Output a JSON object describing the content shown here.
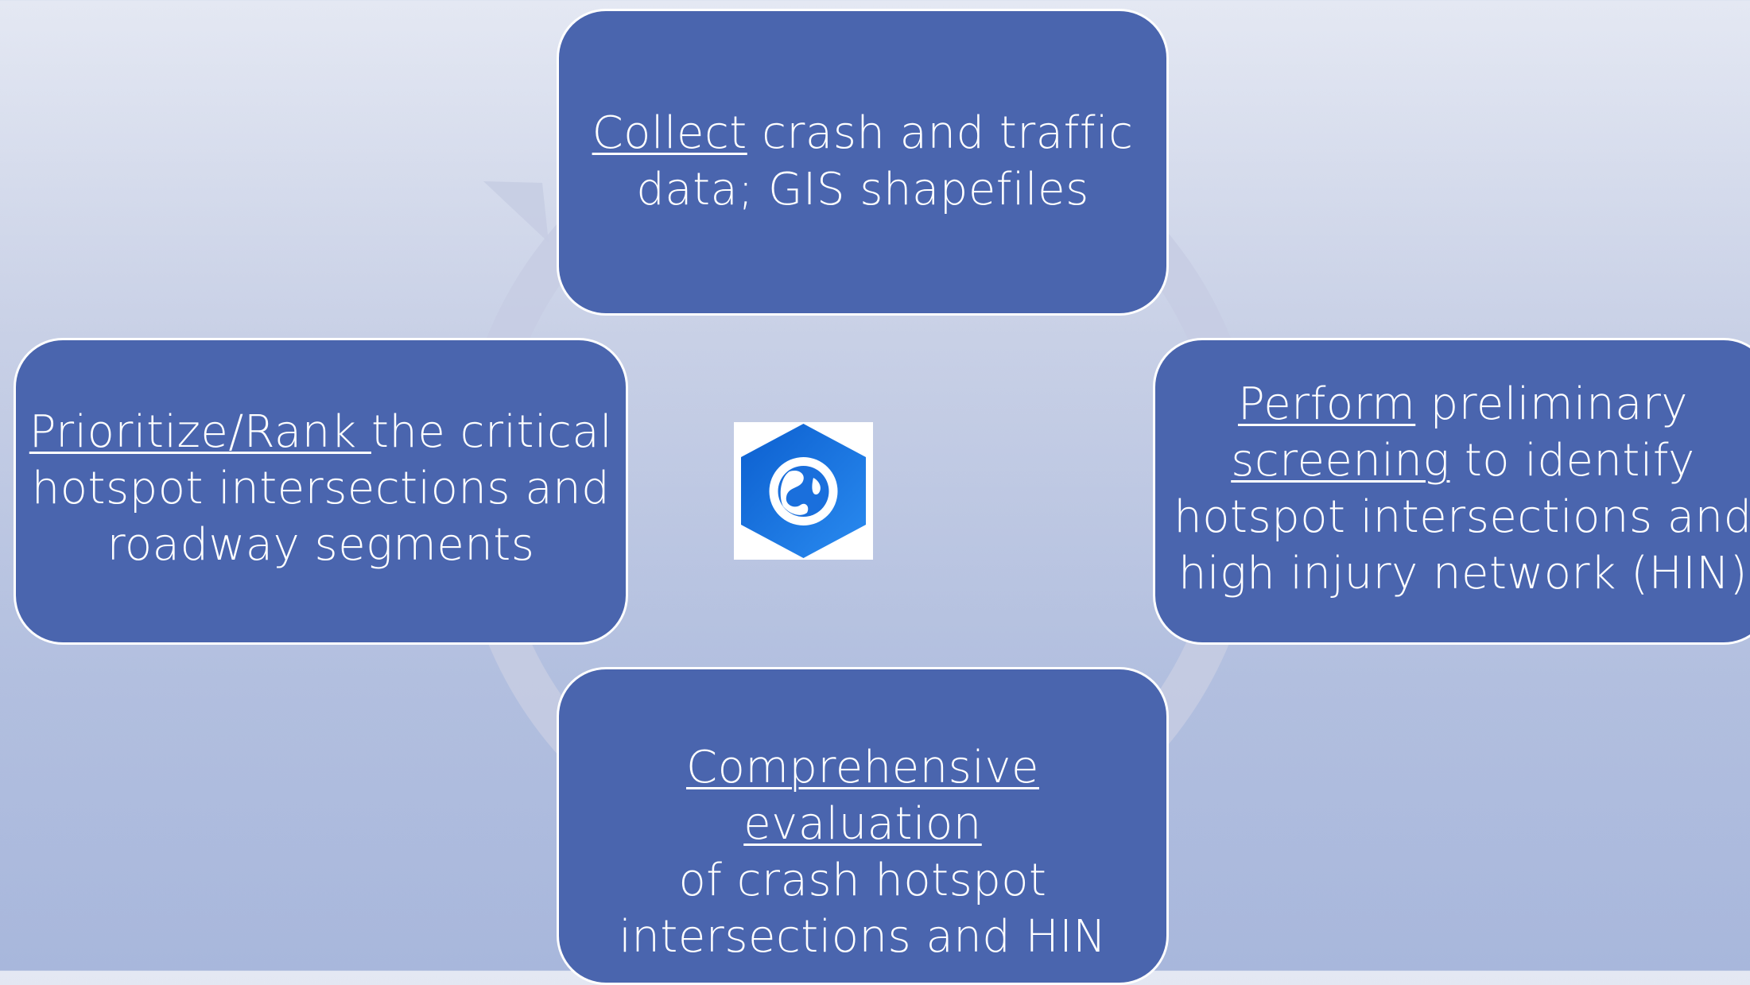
{
  "diagram": {
    "steps": [
      {
        "keyword": "Collect",
        "text_line1": " crash and traffic",
        "text_line2": "data; GIS shapefiles"
      },
      {
        "keyword1": "Perform",
        "text1": " preliminary",
        "keyword2": "screening",
        "text2": " to identify",
        "text_line3": "hotspot intersections and",
        "text_line4": "high injury network (HIN)"
      },
      {
        "keyword": "Comprehensive evaluation",
        "text_line2": "of crash hotspot",
        "text_line3": "intersections and HIN"
      },
      {
        "keyword": "Prioritize/Rank ",
        "text_line1": "the critical",
        "text_line2": "hotspot intersections and",
        "text_line3": "roadway segments"
      }
    ],
    "colors": {
      "box_fill": "#4a65ae",
      "box_border": "#ffffff",
      "cycle_arrow": "#c7cde3",
      "logo_dark": "#0c5fcf",
      "logo_light": "#2a8bf0"
    },
    "center_icon": "globe-hexagon-app-icon"
  }
}
